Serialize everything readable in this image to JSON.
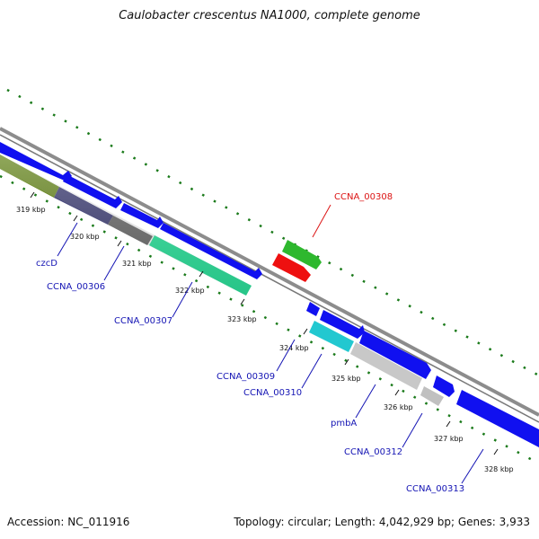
{
  "title": "Caulobacter crescentus NA1000, complete genome",
  "footer": {
    "accession": "Accession: NC_011916",
    "topology": "Topology: circular; Length: 4,042,929 bp; Genes: 3,933"
  },
  "colors": {
    "backbone": "#888888",
    "gc_dots": "#1a7a1a",
    "label_blue": "#1414b4",
    "label_red": "#dc1414",
    "leader_blue": "#1414b4",
    "leader_red": "#dc1414"
  },
  "ticks": [
    "319 kbp",
    "320 kbp",
    "321 kbp",
    "322 kbp",
    "323 kbp",
    "324 kbp",
    "325 kbp",
    "326 kbp",
    "327 kbp",
    "328 kbp"
  ],
  "genes": [
    {
      "label": "czcD",
      "color": "#1414b4"
    },
    {
      "label": "CCNA_00306",
      "color": "#1414b4"
    },
    {
      "label": "CCNA_00307",
      "color": "#1414b4"
    },
    {
      "label": "CCNA_00308",
      "color": "#dc1414"
    },
    {
      "label": "CCNA_00309",
      "color": "#1414b4"
    },
    {
      "label": "CCNA_00310",
      "color": "#1414b4"
    },
    {
      "label": "pmbA",
      "color": "#1414b4"
    },
    {
      "label": "CCNA_00312",
      "color": "#1414b4"
    },
    {
      "label": "CCNA_00313",
      "color": "#1414b4"
    }
  ]
}
